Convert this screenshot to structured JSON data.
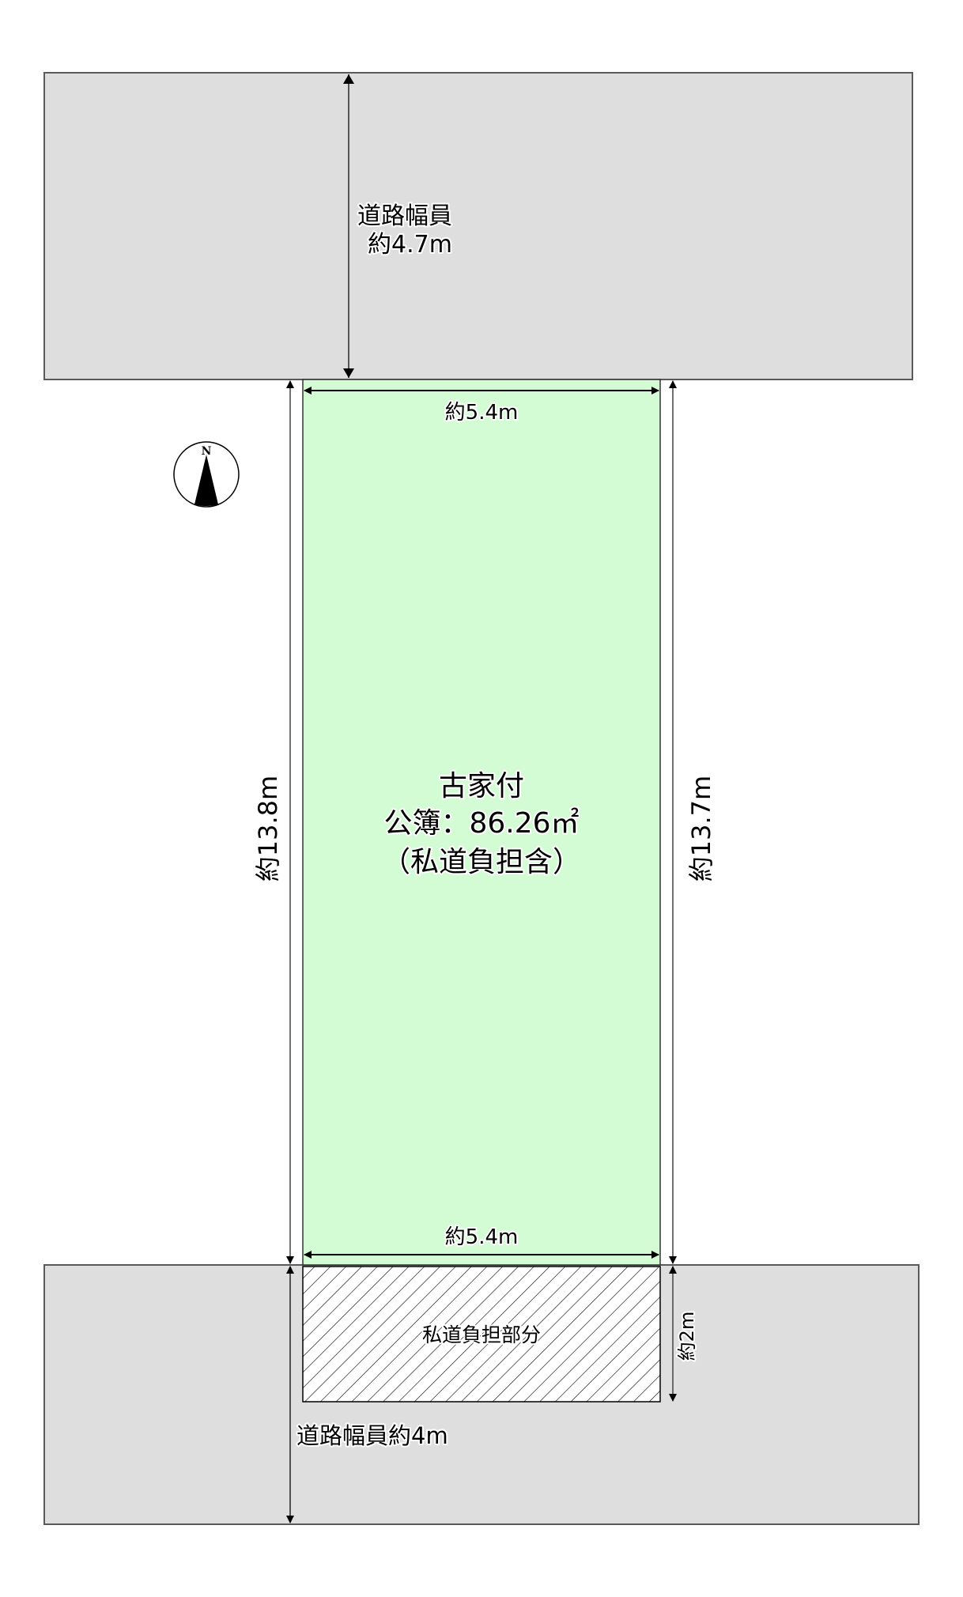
{
  "colors": {
    "road_fill": "#dedede",
    "road_border": "#5a5a5a",
    "lot_fill": "#d4fcd4",
    "lot_border": "#333333",
    "dimension_line": "#000000"
  },
  "top_road": {
    "label_line1": "道路幅員",
    "label_line2": "約4.7m"
  },
  "lot": {
    "title": "古家付",
    "area": "公簿：86.26㎡",
    "note": "（私道負担含）",
    "width_top": "約5.4m",
    "width_bottom": "約5.4m",
    "depth_left": "約13.8m",
    "depth_right": "約13.7m"
  },
  "private_road_share": {
    "label": "私道負担部分",
    "depth": "約2m"
  },
  "bottom_road": {
    "label": "道路幅員約4m"
  },
  "compass": {
    "letter": "N"
  }
}
